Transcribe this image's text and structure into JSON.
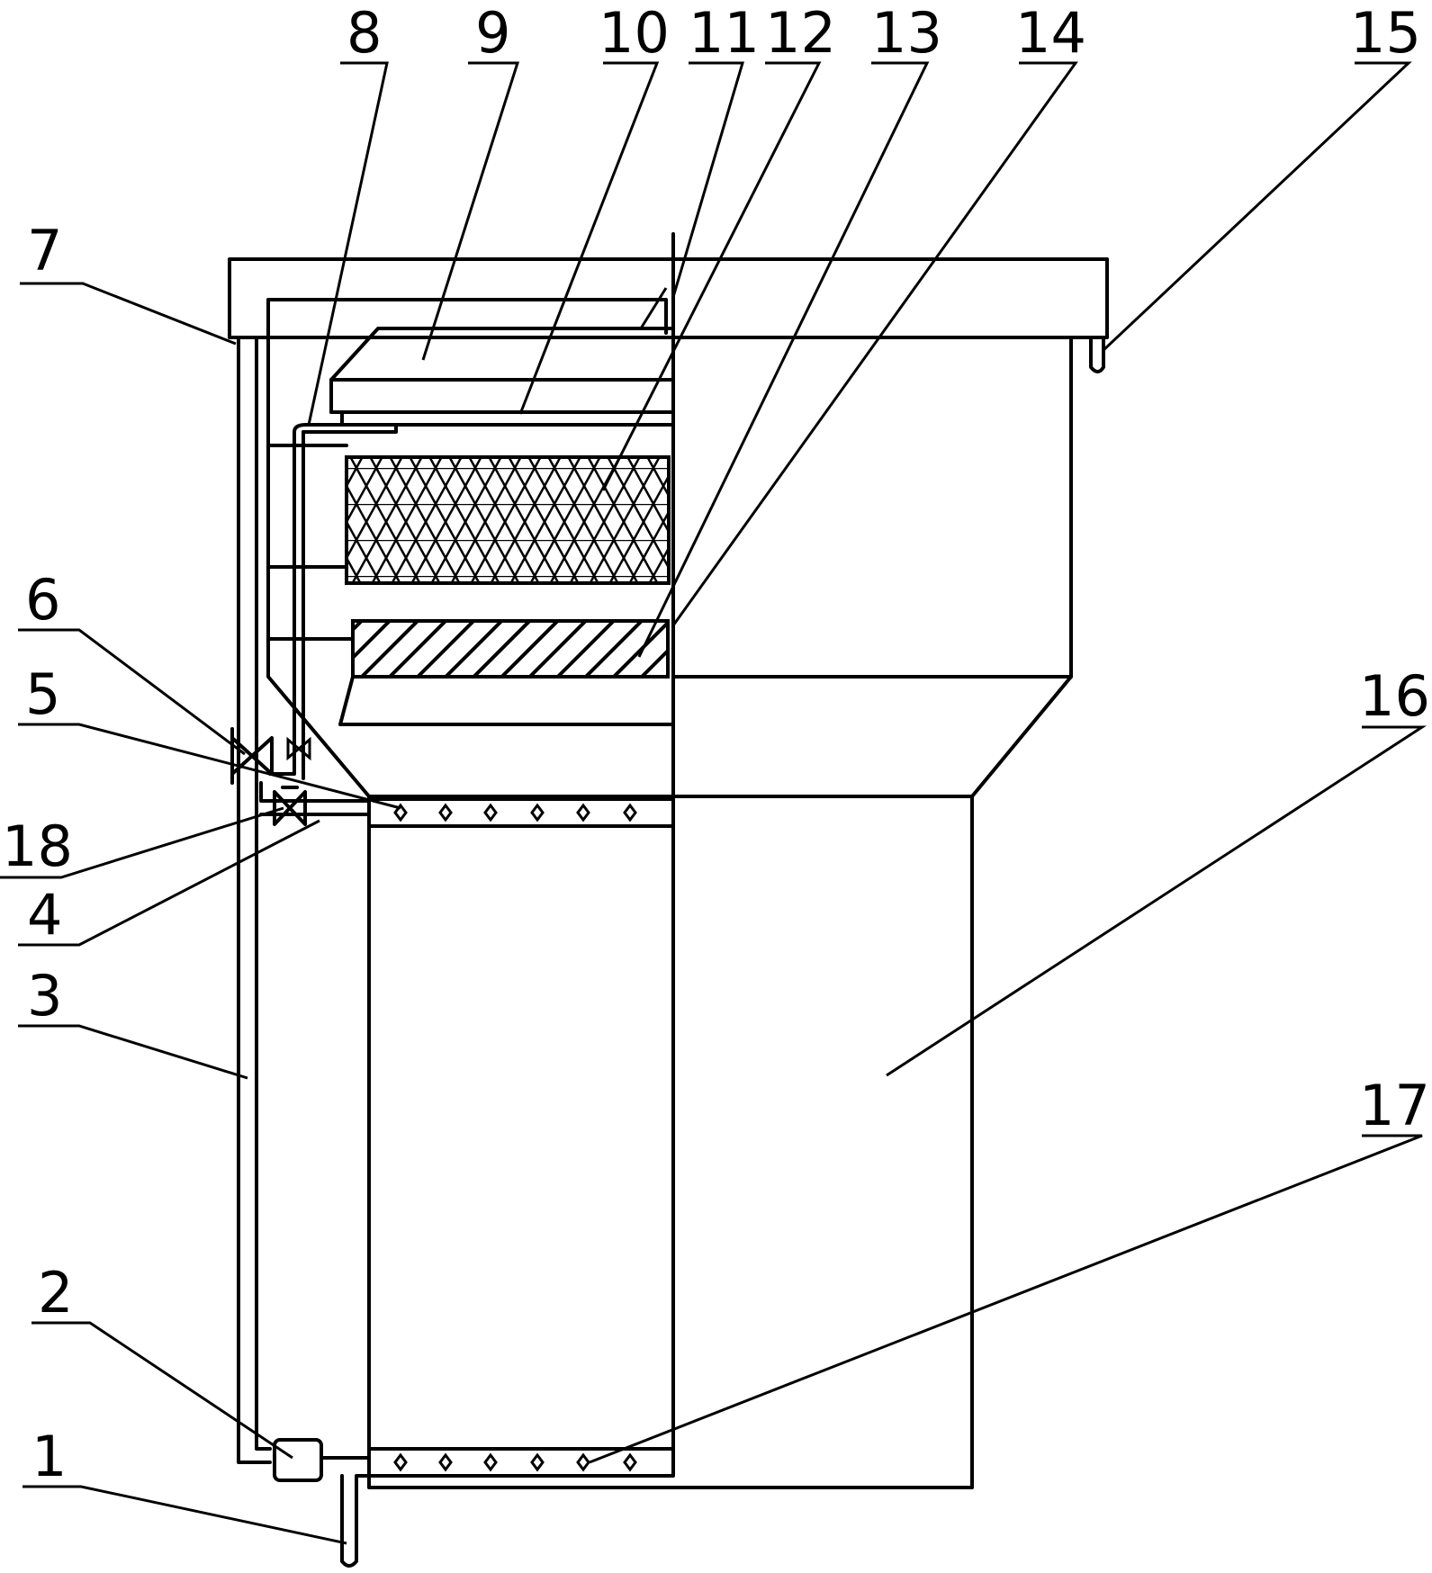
{
  "diagram": {
    "labels": {
      "n1": "1",
      "n2": "2",
      "n3": "3",
      "n4": "4",
      "n5": "5",
      "n6": "6",
      "n7": "7",
      "n8": "8",
      "n9": "9",
      "n10": "10",
      "n11": "11",
      "n12": "12",
      "n13": "13",
      "n14": "14",
      "n15": "15",
      "n16": "16",
      "n17": "17",
      "n18": "18"
    }
  }
}
